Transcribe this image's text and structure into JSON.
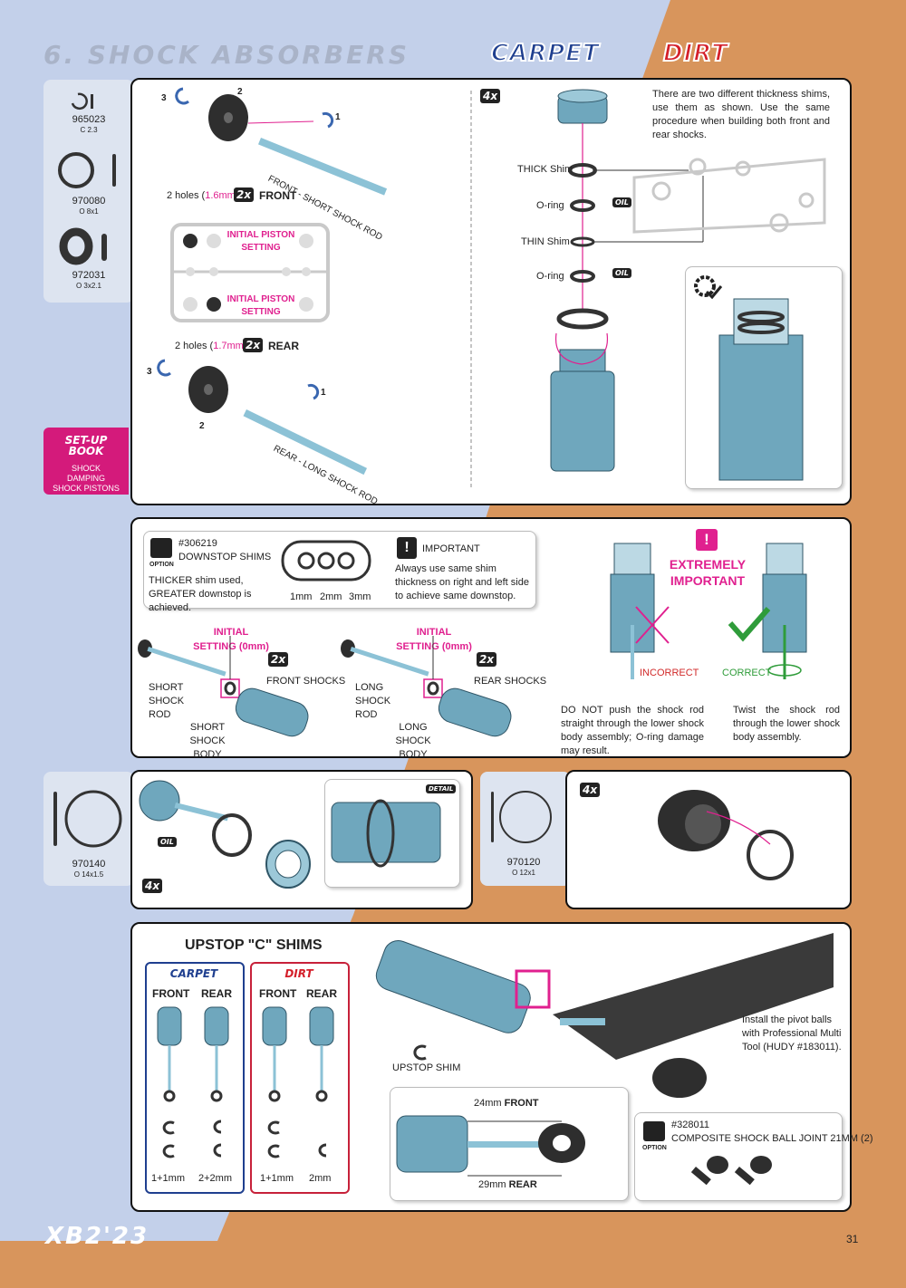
{
  "page": {
    "section_title": "6. SHOCK ABSORBERS",
    "brand_carpet": "CARPET",
    "brand_dirt": "DIRT",
    "page_number": "31",
    "footer_logo": "XB2'23",
    "colors": {
      "blue_bg": "#c3d0ea",
      "orange_bg": "#d8955c",
      "accent_pink": "#e0208f",
      "shock_blue": "#6fa7bd"
    }
  },
  "sidebar_parts": [
    {
      "no": "965023",
      "spec": "C 2.3"
    },
    {
      "no": "970080",
      "spec": "O 8x1"
    },
    {
      "no": "972031",
      "spec": "O 3x2.1"
    }
  ],
  "setup_book": {
    "title": "SET-UP BOOK",
    "subtitle": "SHOCK DAMPING SHOCK PISTONS"
  },
  "panel1": {
    "front_holes": "2 holes (",
    "front_holes_size": "1.6mm",
    "front_holes_end": ")",
    "front_qty": "2x",
    "front_label": "FRONT",
    "front_rod": "FRONT - SHORT SHOCK ROD",
    "initial_setting_1": "INITIAL PISTON SETTING",
    "initial_setting_2": "INITIAL PISTON SETTING",
    "rear_holes": "2 holes (",
    "rear_holes_size": "1.7mm",
    "rear_holes_end": ")",
    "rear_qty": "2x",
    "rear_label": "REAR",
    "rear_rod": "REAR - LONG SHOCK ROD",
    "step_1": "1",
    "step_2": "2",
    "step_3": "3"
  },
  "panel1b": {
    "qty": "4x",
    "note": "There are two different thickness shims, use them as shown. Use the same procedure when building both front and rear shocks.",
    "thick_shim": "THICK Shim",
    "oring_1": "O-ring",
    "thin_shim": "THIN Shim",
    "oring_2": "O-ring",
    "oil": "OIL"
  },
  "panel2": {
    "option_code": "#306219",
    "option_name": "DOWNSTOP SHIMS",
    "option_note": "THICKER shim used, GREATER downstop is achieved.",
    "option_tag": "OPTION",
    "shim_sizes": [
      "1mm",
      "2mm",
      "3mm"
    ],
    "important_title": "IMPORTANT",
    "important_note": "Always use same shim thickness on right and left side to achieve same downstop.",
    "initial_left": "INITIAL SETTING (0mm)",
    "initial_right": "INITIAL SETTING (0mm)",
    "front_qty": "2x",
    "front_shocks": "FRONT SHOCKS",
    "rear_qty": "2x",
    "rear_shocks": "REAR SHOCKS",
    "short_rod": "SHORT SHOCK ROD",
    "short_body": "SHORT SHOCK BODY",
    "long_rod": "LONG SHOCK ROD",
    "long_body": "LONG SHOCK BODY",
    "extremely": "EXTREMELY IMPORTANT",
    "incorrect": "INCORRECT",
    "correct": "CORRECT",
    "incorrect_note": "DO NOT push the shock rod straight through the lower shock body assembly; O-ring damage may result.",
    "correct_note": "Twist the shock rod through the lower shock body assembly."
  },
  "panel3": {
    "part_no": "970140",
    "part_spec": "O 14x1.5",
    "qty": "4x",
    "oil": "OIL",
    "detail": "DETAIL"
  },
  "panel4": {
    "part_no": "970120",
    "part_spec": "O 12x1",
    "qty": "4x"
  },
  "panel5": {
    "title": "UPSTOP \"C\" SHIMS",
    "carpet": "CARPET",
    "dirt": "DIRT",
    "front": "FRONT",
    "rear": "REAR",
    "carpet_front_shim": "1+1mm",
    "carpet_rear_shim": "2+2mm",
    "dirt_front_shim": "1+1mm",
    "dirt_rear_shim": "2mm",
    "upstop_shim": "UPSTOP SHIM",
    "pivot_note": "Install the pivot balls with Professional Multi Tool (HUDY #183011).",
    "front_len": "24mm",
    "front_len_label": "FRONT",
    "rear_len": "29mm",
    "rear_len_label": "REAR",
    "option_code": "#328011",
    "option_name": "COMPOSITE SHOCK BALL JOINT 21MM (2)",
    "option_tag": "OPTION"
  }
}
